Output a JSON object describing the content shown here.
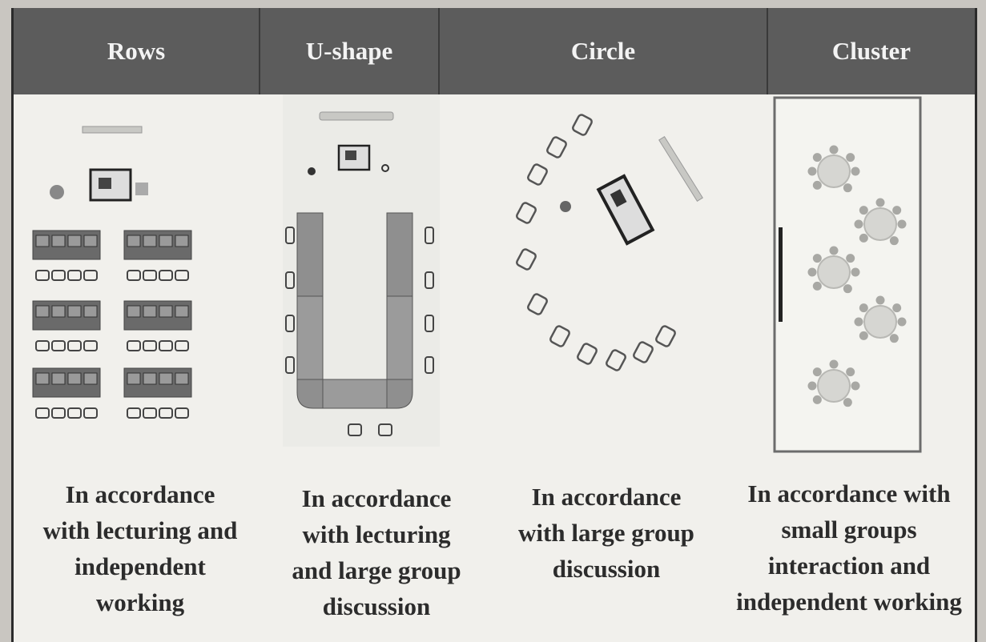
{
  "headers": [
    "Rows",
    "U-shape",
    "Circle",
    "Cluster"
  ],
  "captions": [
    {
      "lines": [
        "In accordance",
        "with lecturing and",
        "independent",
        "working"
      ]
    },
    {
      "lines": [
        "In accordance",
        "with lecturing",
        "and large group",
        "discussion"
      ]
    },
    {
      "lines": [
        "In accordance",
        "with large group",
        "discussion"
      ]
    },
    {
      "lines": [
        "In accordance with",
        "small groups",
        "interaction and",
        "independent working"
      ]
    }
  ]
}
